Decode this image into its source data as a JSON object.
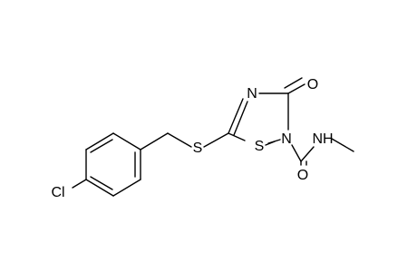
{
  "molecule": {
    "atoms": {
      "cl": "Cl",
      "s_thioether": "S",
      "s_ring": "S",
      "n_ring_top": "N",
      "n_ring_bottom": "N",
      "o_ketone": "O",
      "o_amide": "O",
      "nh": "NH"
    },
    "colors": {
      "bond": "#000000",
      "text": "#000000",
      "background": "#ffffff"
    }
  }
}
